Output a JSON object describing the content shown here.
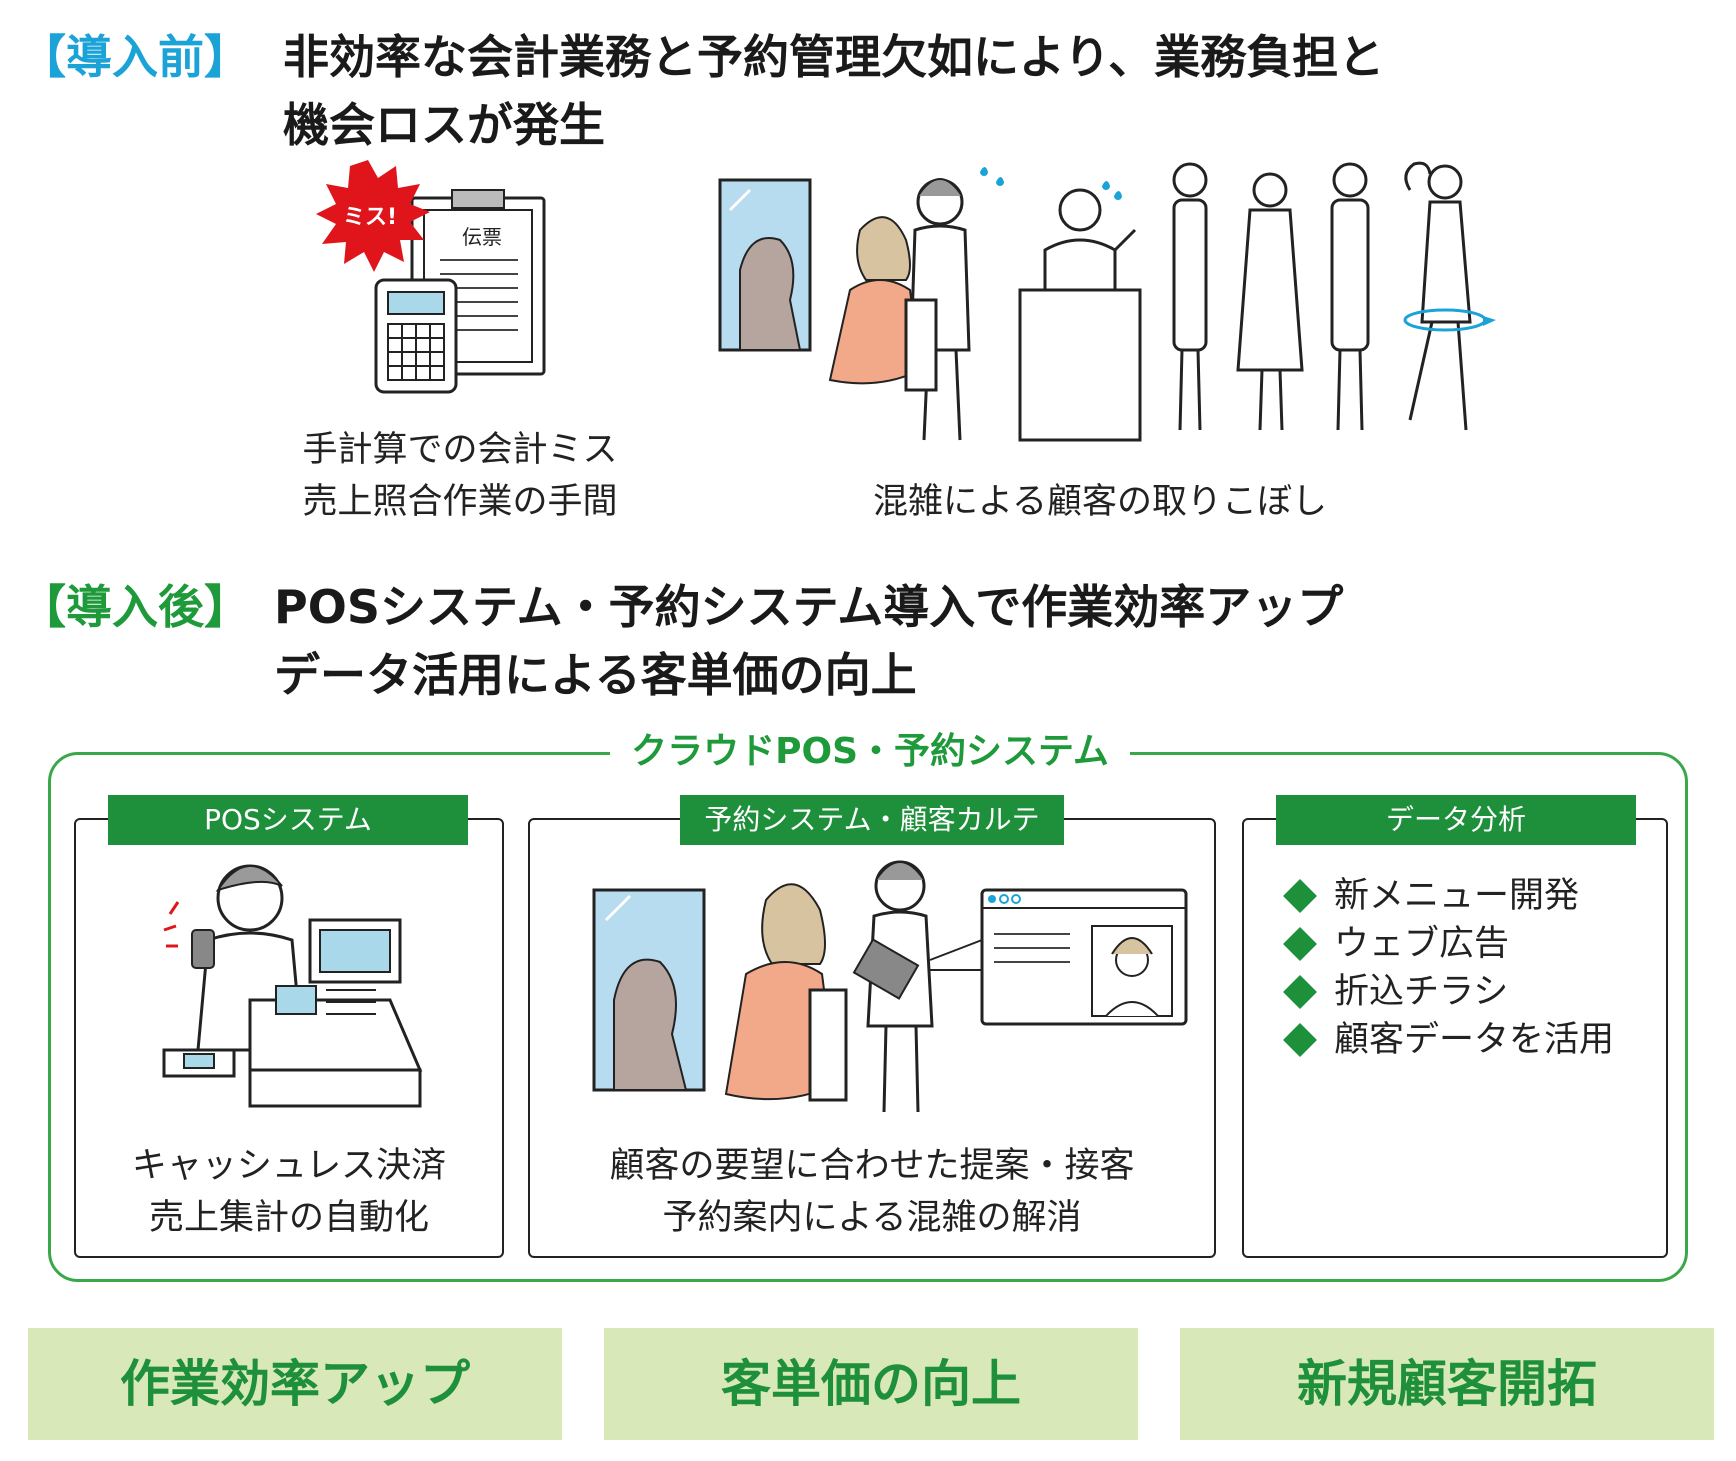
{
  "before": {
    "tag": "【導入前】",
    "title_line1": "非効率な会計業務と予約管理欠如により、業務負担と",
    "title_line2": "機会ロスが発生",
    "illustration1": {
      "burst_label": "ミス!",
      "slip_label": "伝票",
      "caption_line1": "手計算での会計ミス",
      "caption_line2": "売上照合作業の手間"
    },
    "illustration2": {
      "caption": "混雑による顧客の取りこぼし"
    }
  },
  "after": {
    "tag": "【導入後】",
    "title_line1": "POSシステム・予約システム導入で作業効率アップ",
    "title_line2": "データ活用による客単価の向上"
  },
  "system": {
    "title": "クラウドPOS・予約システム",
    "boxes": [
      {
        "label": "POSシステム",
        "caption_line1": "キャッシュレス決済",
        "caption_line2": "売上集計の自動化"
      },
      {
        "label": "予約システム・顧客カルテ",
        "caption_line1": "顧客の要望に合わせた提案・接客",
        "caption_line2": "予約案内による混雑の解消"
      },
      {
        "label": "データ分析",
        "items": [
          "新メニュー開発",
          "ウェブ広告",
          "折込チラシ",
          "顧客データを活用"
        ]
      }
    ]
  },
  "results": [
    "作業効率アップ",
    "客単価の向上",
    "新規顧客開拓"
  ],
  "colors": {
    "before_accent": "#1ba3d8",
    "after_accent": "#1e9a3a",
    "label_green": "#1e8f3a",
    "result_bg": "#d9e8b8",
    "burst_red": "#e0151b",
    "customer_orange": "#f2a98a"
  },
  "icons": [
    "calculator-icon",
    "slip-document-icon",
    "mirror-icon",
    "hairdresser-icon",
    "queue-people-icon",
    "cashier-businessman-icon",
    "tablet-icon",
    "customer-chart-window-icon",
    "diamond-bullet-icon"
  ]
}
